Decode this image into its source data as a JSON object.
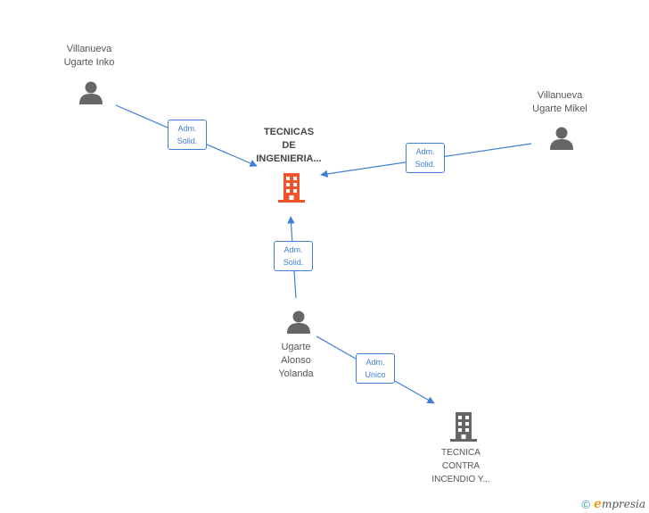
{
  "nodes": {
    "inko": {
      "lines": [
        "Villanueva",
        "Ugarte Inko"
      ]
    },
    "mikel": {
      "lines": [
        "Villanueva",
        "Ugarte Mikel"
      ]
    },
    "tecnicas": {
      "lines": [
        "TECNICAS",
        "DE",
        "INGENIERIA..."
      ]
    },
    "yolanda": {
      "lines": [
        "Ugarte",
        "Alonso",
        "Yolanda"
      ]
    },
    "tecnica_contra": {
      "lines": [
        "TECNICA",
        "CONTRA",
        "INCENDIO Y..."
      ]
    }
  },
  "edges": {
    "inko_tecnicas": {
      "lines": [
        "Adm.",
        "Solid."
      ]
    },
    "mikel_tecnicas": {
      "lines": [
        "Adm.",
        "Solid."
      ]
    },
    "yolanda_tecnicas": {
      "lines": [
        "Adm.",
        "Solid."
      ]
    },
    "yolanda_tecnica": {
      "lines": [
        "Adm.",
        "Unico"
      ]
    }
  },
  "footer": {
    "copyright": "©",
    "brand_first": "e",
    "brand_rest": "mpresia"
  },
  "colors": {
    "edge": "#3f7fd6",
    "person_icon": "#666666",
    "highlight_company": "#f0542a",
    "company": "#666666"
  },
  "icons": {
    "person": "person-icon",
    "company": "building-icon"
  }
}
